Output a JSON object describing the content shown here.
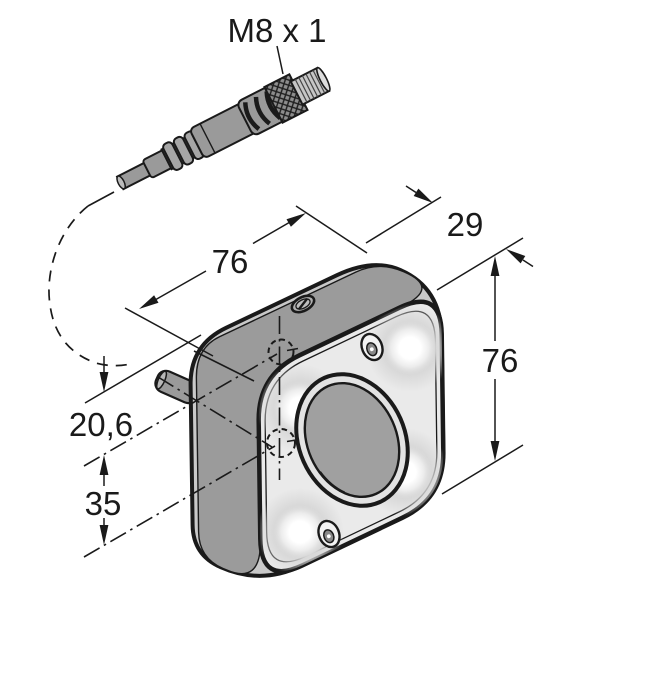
{
  "drawing": {
    "type": "technical-dimension-drawing",
    "labels": {
      "connector_thread": "M8 x 1",
      "width_top": "76",
      "depth": "29",
      "height_right": "76",
      "mount_hole_offset": "20,6",
      "mount_hole_spacing": "35"
    },
    "colors": {
      "outline": "#1a1a1a",
      "front_face": "#eaeaea",
      "side_face": "#9b9b9b",
      "edge_rim": "#c9c9c9",
      "aperture": "#a0a0a0",
      "metal": "#9a9a9a",
      "background": "#ffffff"
    }
  }
}
